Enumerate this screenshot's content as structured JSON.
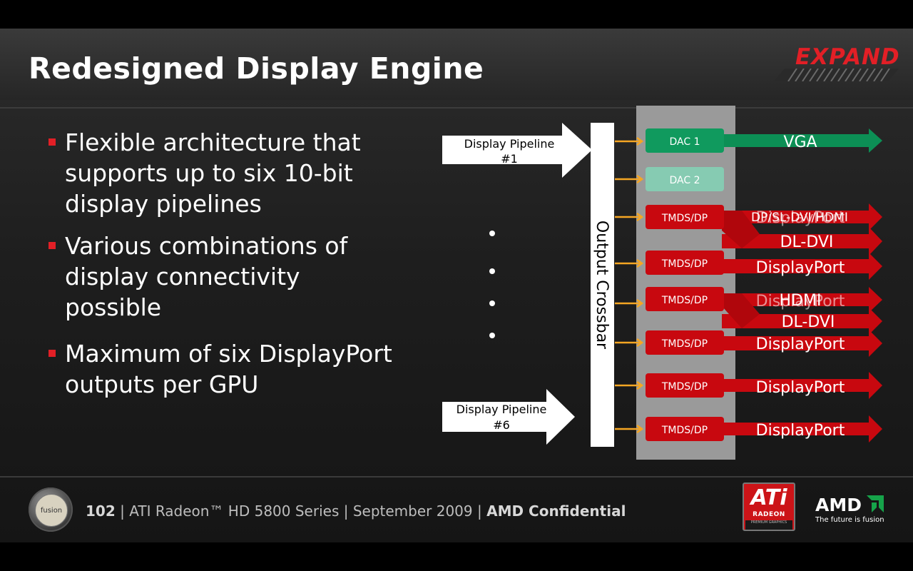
{
  "slide": {
    "title": "Redesigned Display Engine",
    "brand_badge": "EXPAND",
    "bullets": [
      "Flexible architecture that supports up to six 10-bit display pipelines",
      "Various combinations of display connectivity possible",
      "Maximum of six DisplayPort outputs per GPU"
    ]
  },
  "diagram": {
    "pipeline_top": [
      "Display Pipeline",
      "#1"
    ],
    "pipeline_bottom": [
      "Display Pipeline",
      "#6"
    ],
    "crossbar_label": "Output Crossbar",
    "blocks": [
      "DAC 1",
      "DAC 2",
      "TMDS/DP",
      "TMDS/DP",
      "TMDS/DP",
      "TMDS/DP",
      "TMDS/DP",
      "TMDS/DP"
    ],
    "outputs": [
      "VGA",
      "DP/SL-DVI/HDMI",
      "DL-DVI",
      "DisplayPort",
      "HDMI",
      "DL-DVI",
      "DisplayPort",
      "DisplayPort",
      "DisplayPort"
    ],
    "ghost_labels": [
      "DisplayPort",
      "DisplayPort"
    ],
    "colors": {
      "dac_active": "#109a5e",
      "dac_inactive": "#86cbb2",
      "tmds": "#c8080f",
      "arrow_red": "#c8080f",
      "arrow_green": "#0c8f55",
      "connector": "#f5a623",
      "panel": "#9a9a9a"
    }
  },
  "footer": {
    "page_number": "102",
    "product": "ATI Radeon™ HD 5800 Series",
    "date": "September 2009",
    "confidential": "AMD Confidential",
    "fusion_label": "fusion",
    "ati_logo": "ATi",
    "ati_sub": "RADEON",
    "ati_sub2": "PREMIUM GRAPHICS",
    "amd_logo": "AMD",
    "amd_tagline": "The future is fusion"
  }
}
